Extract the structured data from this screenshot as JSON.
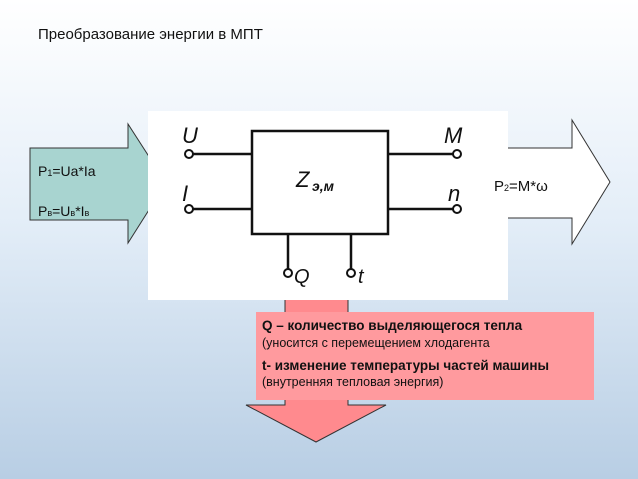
{
  "title": "Преобразование энергии в МПТ",
  "left_arrow": {
    "line1_a": "P",
    "line1_sub": "1",
    "line1_b": "=Ua*Ia",
    "line2_a": "P",
    "line2_sub": "в",
    "line2_b": "=U",
    "line2_sub2": "в",
    "line2_c": "*I",
    "line2_sub3": "в"
  },
  "right_arrow": {
    "a": "P",
    "sub": "2",
    "b": "=M*ω"
  },
  "diagram": {
    "terminal_top_left": "U",
    "terminal_bottom_left": "I",
    "terminal_top_right": "M",
    "terminal_bottom_right": "n",
    "center_label": "Z",
    "center_sub": "э,м",
    "terminal_bottom_1": "Q",
    "terminal_bottom_2": "t"
  },
  "info": {
    "line1": "Q – количество выделяющегося тепла",
    "line2": "(уносится с перемещением хлодагента",
    "line3_bold": "t- изменение температуры частей машины",
    "line3_rest": " (внутренняя тепловая энергия)"
  },
  "colors": {
    "arrow_fill": "#a8d4d0",
    "info_fill": "#ff9a9e",
    "down_arrow": "#ff8a8e"
  }
}
